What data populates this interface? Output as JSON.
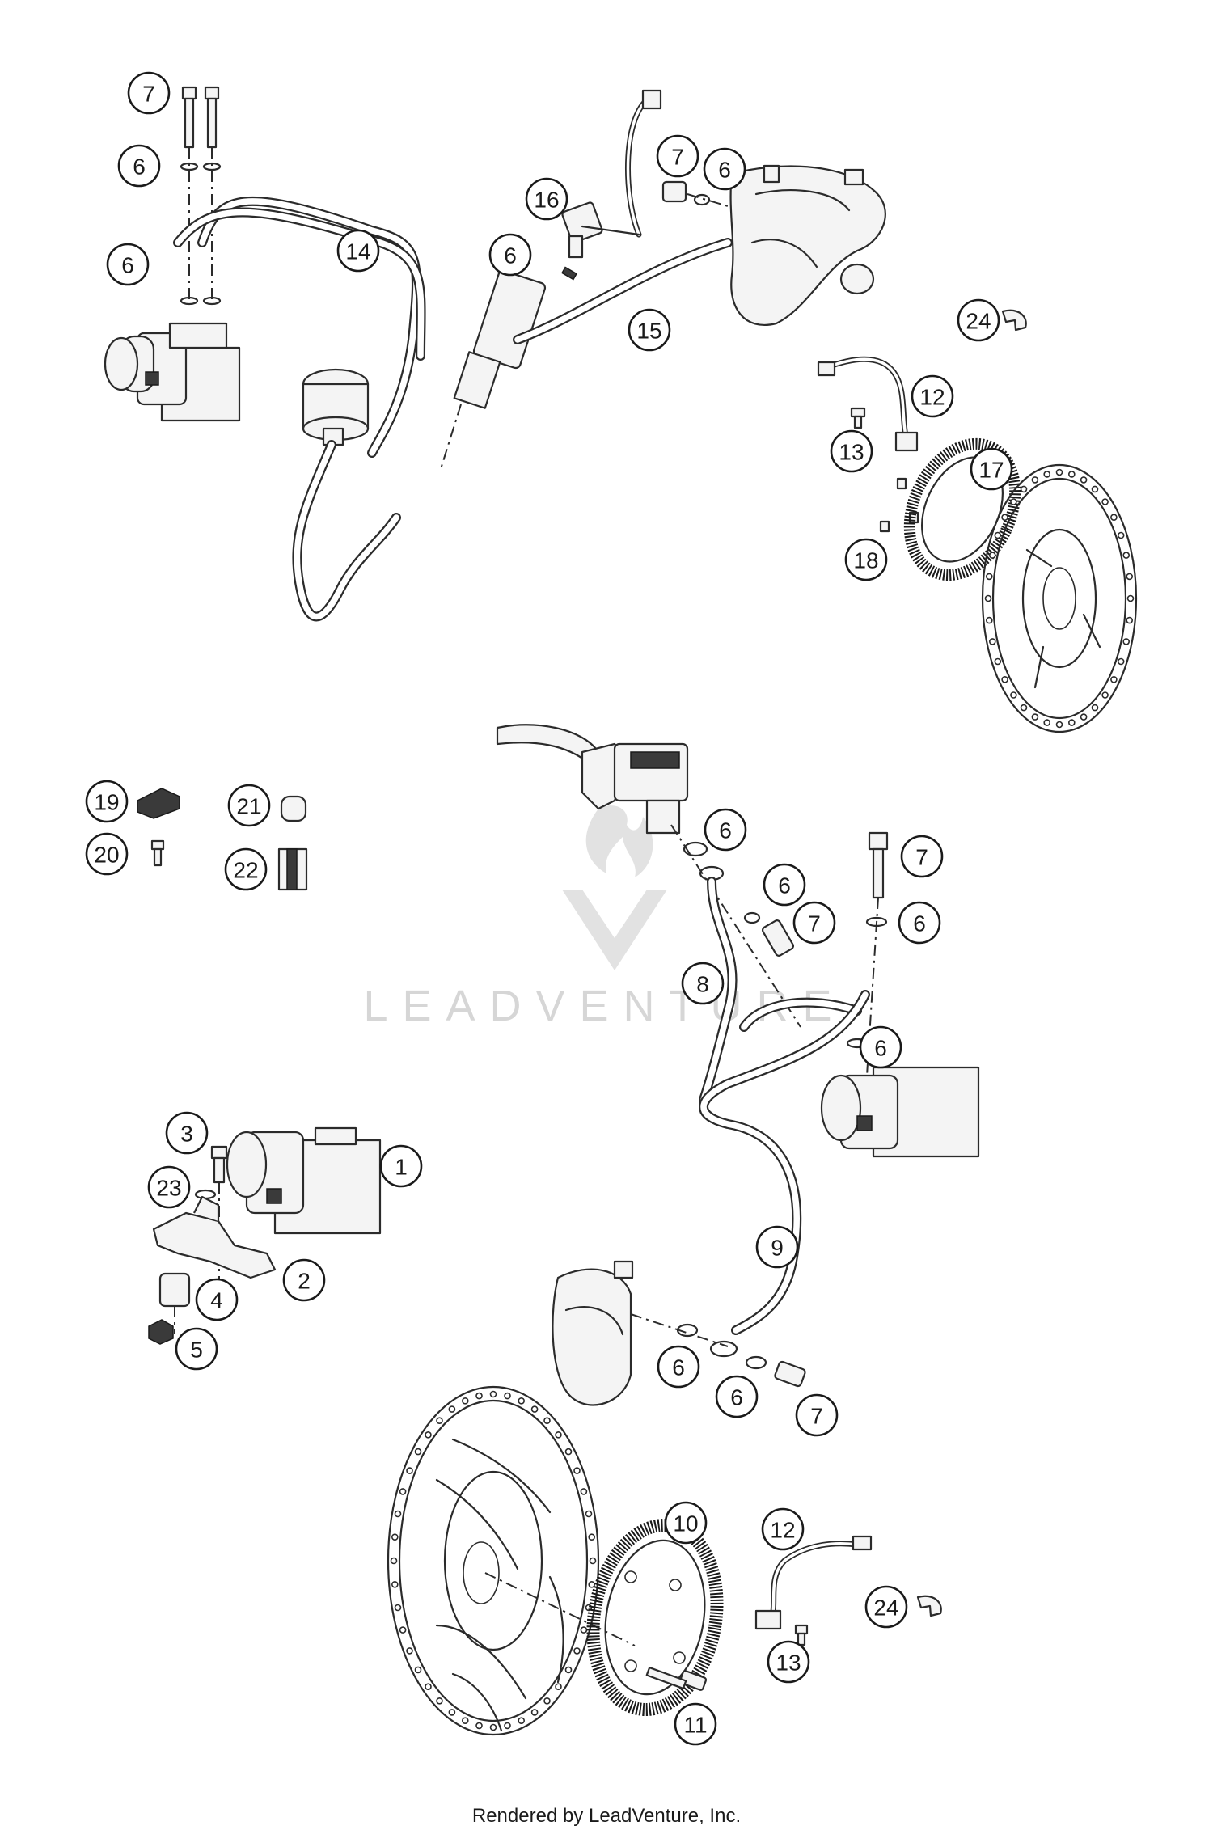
{
  "diagram": {
    "watermark_text": "LEADVENTURE",
    "footer_text": "Rendered by LeadVenture, Inc.",
    "callouts": [
      {
        "id": "c7a",
        "label": "7"
      },
      {
        "id": "c6a",
        "label": "6"
      },
      {
        "id": "c6b",
        "label": "6"
      },
      {
        "id": "c14",
        "label": "14"
      },
      {
        "id": "c16",
        "label": "16"
      },
      {
        "id": "c6c",
        "label": "6"
      },
      {
        "id": "c7b",
        "label": "7"
      },
      {
        "id": "c6d",
        "label": "6"
      },
      {
        "id": "c15",
        "label": "15"
      },
      {
        "id": "c24a",
        "label": "24"
      },
      {
        "id": "c12a",
        "label": "12"
      },
      {
        "id": "c13a",
        "label": "13"
      },
      {
        "id": "c17",
        "label": "17"
      },
      {
        "id": "c18",
        "label": "18"
      },
      {
        "id": "c19",
        "label": "19"
      },
      {
        "id": "c21",
        "label": "21"
      },
      {
        "id": "c20",
        "label": "20"
      },
      {
        "id": "c22",
        "label": "22"
      },
      {
        "id": "c6e",
        "label": "6"
      },
      {
        "id": "c7c",
        "label": "7"
      },
      {
        "id": "c6f",
        "label": "6"
      },
      {
        "id": "c7d",
        "label": "7"
      },
      {
        "id": "c6g",
        "label": "6"
      },
      {
        "id": "c8",
        "label": "8"
      },
      {
        "id": "c6h",
        "label": "6"
      },
      {
        "id": "c3",
        "label": "3"
      },
      {
        "id": "c1",
        "label": "1"
      },
      {
        "id": "c23",
        "label": "23"
      },
      {
        "id": "c2",
        "label": "2"
      },
      {
        "id": "c4",
        "label": "4"
      },
      {
        "id": "c5",
        "label": "5"
      },
      {
        "id": "c9",
        "label": "9"
      },
      {
        "id": "c6i",
        "label": "6"
      },
      {
        "id": "c6j",
        "label": "6"
      },
      {
        "id": "c7e",
        "label": "7"
      },
      {
        "id": "c10",
        "label": "10"
      },
      {
        "id": "c12b",
        "label": "12"
      },
      {
        "id": "c24b",
        "label": "24"
      },
      {
        "id": "c13b",
        "label": "13"
      },
      {
        "id": "c11",
        "label": "11"
      }
    ]
  }
}
